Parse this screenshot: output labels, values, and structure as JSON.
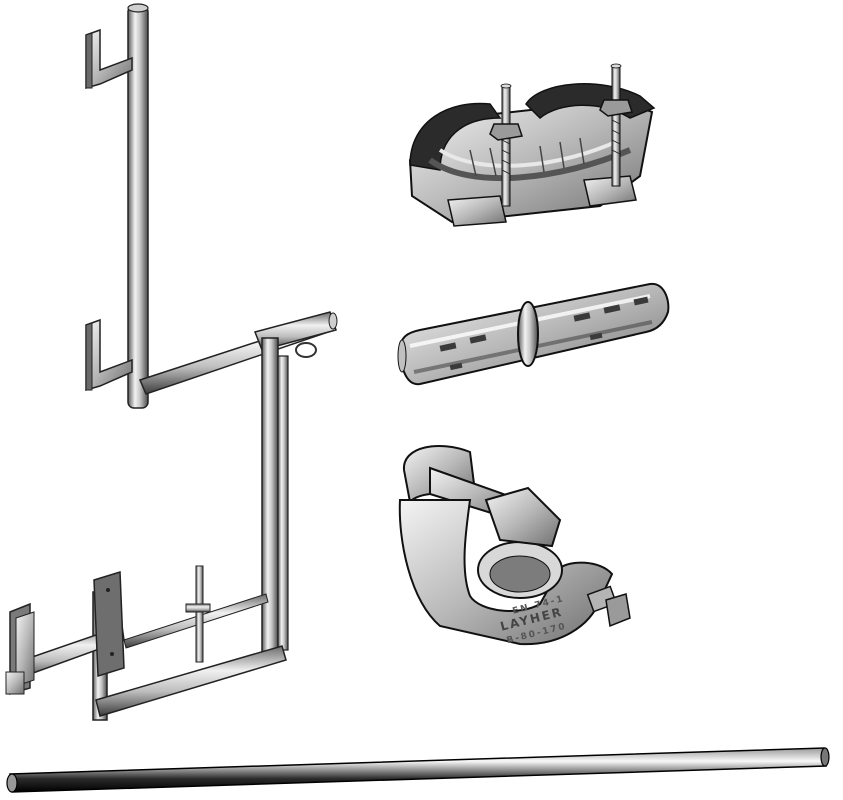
{
  "coupler_stamp": {
    "line1": "EN 74-1",
    "line2": "LAYHER",
    "line3": "B-80-170"
  },
  "colors": {
    "background": "#ffffff",
    "steel_light": "#e4e4e4",
    "steel_mid": "#a9a9a9",
    "steel_dark": "#3a3a3a",
    "outline": "#1a1a1a"
  }
}
